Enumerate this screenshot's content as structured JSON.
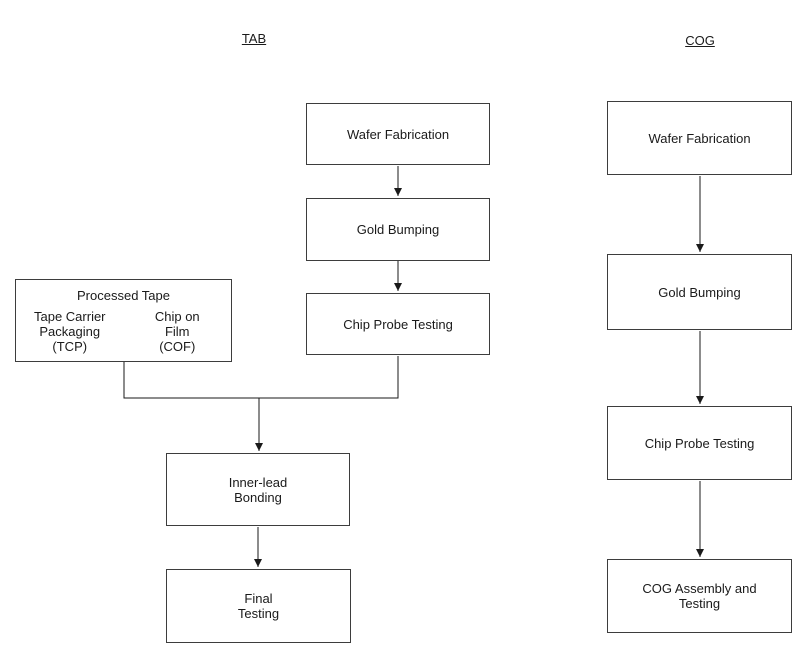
{
  "tab": {
    "title": "TAB",
    "wafer_fabrication": "Wafer Fabrication",
    "gold_bumping": "Gold Bumping",
    "chip_probe_testing": "Chip Probe Testing",
    "processed_tape": {
      "title": "Processed Tape",
      "tcp": "Tape Carrier\nPackaging\n(TCP)",
      "cof": "Chip on\nFilm\n(COF)"
    },
    "inner_lead_bonding": "Inner-lead\nBonding",
    "final_testing": "Final\nTesting"
  },
  "cog": {
    "title": "COG",
    "wafer_fabrication": "Wafer Fabrication",
    "gold_bumping": "Gold Bumping",
    "chip_probe_testing": "Chip Probe Testing",
    "assembly_and_testing": "COG Assembly and\nTesting"
  },
  "colors": {
    "line": "#1a1a1a",
    "border": "#3d3d3d",
    "text": "#1a1a1a",
    "background": "#ffffff"
  }
}
